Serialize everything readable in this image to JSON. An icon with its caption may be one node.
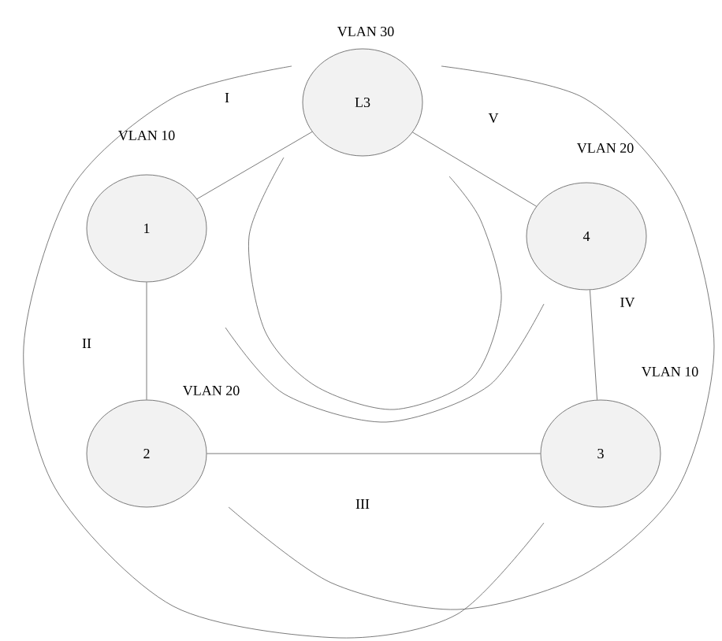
{
  "diagram": {
    "nodes": [
      {
        "text": [
          "L3"
        ],
        "beside": [
          "VLAN 30"
        ]
      },
      {
        "text": [
          "1"
        ],
        "beside": [
          "VLAN 10"
        ]
      },
      {
        "text": [
          "4"
        ],
        "beside": [
          "VLAN 20"
        ]
      },
      {
        "text": [
          "2"
        ],
        "beside": [
          "VLAN 20"
        ]
      },
      {
        "text": [
          "3"
        ],
        "beside": [
          "VLAN 10"
        ]
      }
    ],
    "edges": [
      {
        "from": 0,
        "to": 1,
        "arrow": "none"
      },
      {
        "from": 0,
        "to": 2,
        "arrow": "none"
      },
      {
        "from": 1,
        "to": 3,
        "arrow": "none"
      },
      {
        "from": 3,
        "to": 4,
        "arrow": "none"
      },
      {
        "from": 2,
        "to": 4,
        "arrow": "none"
      }
    ],
    "labels": [
      "I",
      "V",
      "II",
      "IV",
      "III"
    ]
  }
}
